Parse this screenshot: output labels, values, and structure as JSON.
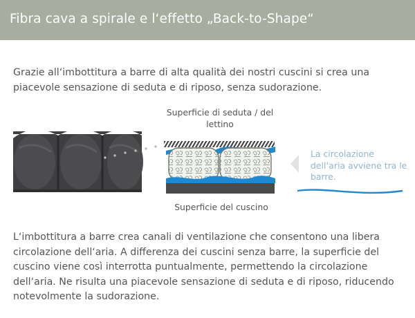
{
  "header": {
    "title": "Fibra cava a spirale e l‘effetto „Back-to-Shape“",
    "background": "#a7ad9f"
  },
  "intro": {
    "text": "Grazie all‘imbottitura a barre di alta qualità dei nostri cuscini si crea una piacevole sensazione di seduta e di riposo, senza sudorazione."
  },
  "diagram": {
    "label_top": "Superficie di seduta / del lettino",
    "label_bottom": "Superficie del cuscino",
    "air_text": "La circolazione dell‘aria avviene tra le barre.",
    "accent_color": "#1e88d0"
  },
  "body": {
    "text": "L‘imbottitura a barre crea canali di ventilazione che consentono una libera circolazione dell‘aria. A differenza dei cuscini senza barre, la superficie del cuscino viene così interrotta puntualmente, permettendo la circolazione dell‘aria. Ne risulta una piacevole sensazione di seduta e di riposo, riducendo notevolmente la sudorazione."
  }
}
